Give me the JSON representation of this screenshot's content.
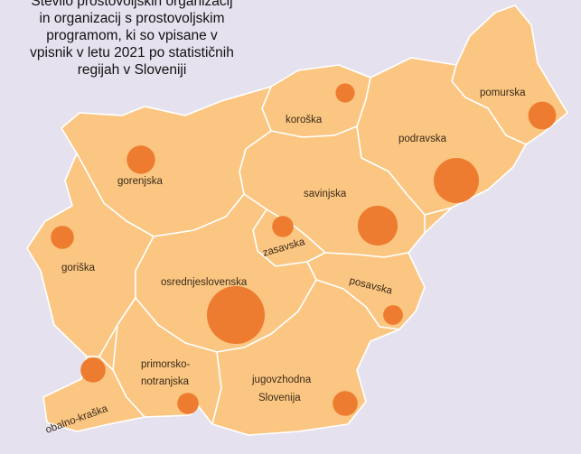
{
  "title": "Število prostovoljskih organizacij\nin organizacij s prostovoljskim\nprogramom, ki so vpisane v\nvpisnik v letu 2021 po statističnih\nregijah v Sloveniji",
  "colors": {
    "background": "#e6e1ee",
    "region_fill": "#fbc681",
    "region_border": "#ffffff",
    "bubble": "#ee7c30"
  },
  "regions": [
    {
      "id": "pomurska",
      "label": "pomurska"
    },
    {
      "id": "podravska",
      "label": "podravska"
    },
    {
      "id": "koroska",
      "label": "koroška"
    },
    {
      "id": "savinjska",
      "label": "savinjska"
    },
    {
      "id": "zasavska",
      "label": "zasavska"
    },
    {
      "id": "posavska",
      "label": "posavska"
    },
    {
      "id": "gorenjska",
      "label": "gorenjska"
    },
    {
      "id": "goriska",
      "label": "goriška"
    },
    {
      "id": "osrednjeslovenska",
      "label": "osrednjeslovenska"
    },
    {
      "id": "primorsko-notranjska",
      "label": "primorsko-\nnotranjska"
    },
    {
      "id": "jugovzhodna",
      "label": "jugovzhodna\nSlovenija"
    },
    {
      "id": "obalno-kraska",
      "label": "obalno-kraška"
    }
  ],
  "bubbles": [
    {
      "region": "pomurska",
      "relative_size": 0.48
    },
    {
      "region": "podravska",
      "relative_size": 0.78
    },
    {
      "region": "koroska",
      "relative_size": 0.33
    },
    {
      "region": "savinjska",
      "relative_size": 0.69
    },
    {
      "region": "zasavska",
      "relative_size": 0.37
    },
    {
      "region": "posavska",
      "relative_size": 0.34
    },
    {
      "region": "gorenjska",
      "relative_size": 0.49
    },
    {
      "region": "goriska",
      "relative_size": 0.4
    },
    {
      "region": "osrednjeslovenska",
      "relative_size": 1.0
    },
    {
      "region": "primorsko-notranjska",
      "relative_size": 0.37
    },
    {
      "region": "jugovzhodna",
      "relative_size": 0.43
    },
    {
      "region": "obalno-kraska",
      "relative_size": 0.43
    }
  ]
}
